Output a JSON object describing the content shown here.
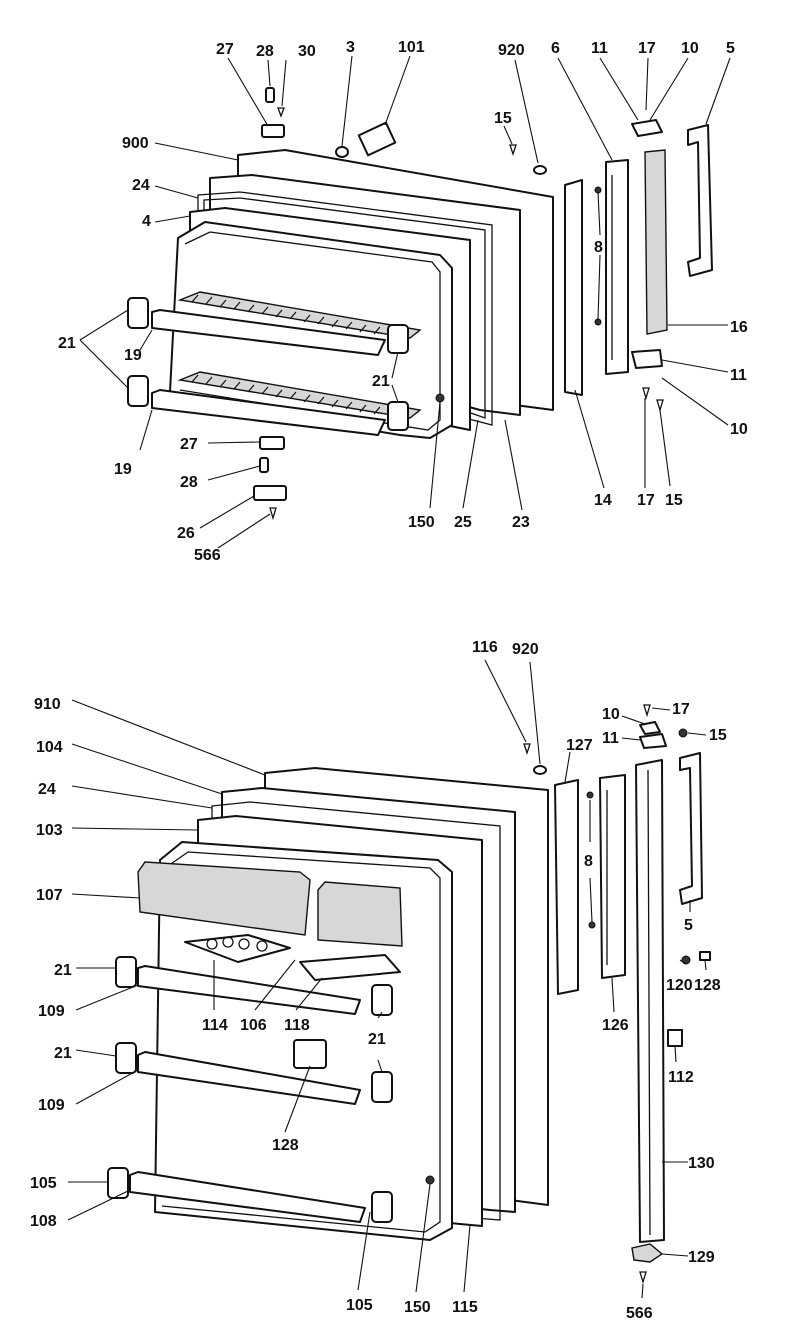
{
  "upper_door": {
    "labels": {
      "l27a": "27",
      "l28a": "28",
      "l30": "30",
      "l3": "3",
      "l101": "101",
      "l920a": "920",
      "l6a": "6",
      "l11a": "11",
      "l17a": "17",
      "l10a": "10",
      "l5a": "5",
      "l15a": "15",
      "l900": "900",
      "l24a": "24",
      "l4": "4",
      "l21a": "21",
      "l19a": "19",
      "l21b": "21",
      "l19b": "19",
      "l16": "16",
      "l11b": "11",
      "l10b": "10",
      "l8a": "8",
      "l27b": "27",
      "l28b": "28",
      "l26": "26",
      "l566a": "566",
      "l150a": "150",
      "l25": "25",
      "l23": "23",
      "l14": "14",
      "l17b": "17",
      "l15b": "15"
    }
  },
  "lower_door": {
    "labels": {
      "l116": "116",
      "l920b": "920",
      "l910": "910",
      "l104": "104",
      "l24b": "24",
      "l103": "103",
      "l127": "127",
      "l10c": "10",
      "l17c": "17",
      "l11c": "11",
      "l15c": "15",
      "l107": "107",
      "l8b": "8",
      "l5b": "5",
      "l21c": "21",
      "l109a": "109",
      "l114": "114",
      "l106": "106",
      "l118": "118",
      "l21d": "21",
      "l120": "120",
      "l128a": "128",
      "l126": "126",
      "l112": "112",
      "l21e": "21",
      "l109b": "109",
      "l128b": "128",
      "l130": "130",
      "l105a": "105",
      "l108": "108",
      "l129": "129",
      "l105b": "105",
      "l150b": "150",
      "l115": "115",
      "l566b": "566"
    }
  }
}
